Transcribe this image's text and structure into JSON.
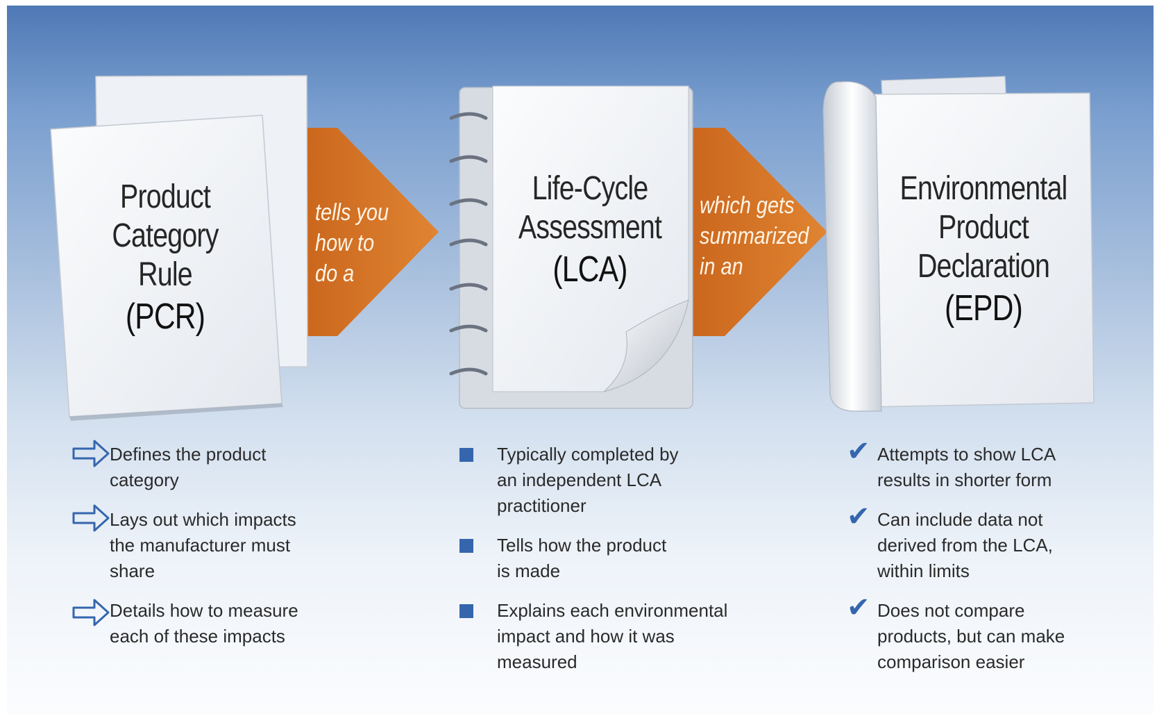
{
  "pcr": {
    "title_lines": [
      "Product",
      "Category",
      "Rule"
    ],
    "abbr": "(PCR)",
    "bullets": [
      "Defines the product category",
      "Lays out which impacts the manufacturer must share",
      "Details how to measure each of these impacts"
    ],
    "bullet_icon": "outline-right-arrow-icon"
  },
  "arrow1": {
    "lines": [
      "tells you",
      "how to",
      "do a"
    ]
  },
  "lca": {
    "title_lines": [
      "Life-Cycle",
      "Assessment"
    ],
    "abbr": "(LCA)",
    "bullets": [
      "Typically completed by an independent LCA practitioner",
      "Tells how the product is made",
      "Explains each environmental impact and how it was measured"
    ],
    "bullet_icon": "square-bullet-icon"
  },
  "arrow2": {
    "lines": [
      "which gets",
      "summarized",
      "in an"
    ]
  },
  "epd": {
    "title_lines": [
      "Environmental",
      "Product",
      "Declaration"
    ],
    "abbr": "(EPD)",
    "bullets": [
      "Attempts to show LCA results in shorter form",
      "Can include data not derived from the LCA, within limits",
      "Does not compare products, but can make comparison easier"
    ],
    "bullet_icon": "checkmark-icon"
  },
  "colors": {
    "background_top": "#4f79b5",
    "background_bottom": "#fbfcfe",
    "arrow": "#d9772a",
    "bullet_accent": "#3566ad",
    "text": "#2a2a2a"
  }
}
